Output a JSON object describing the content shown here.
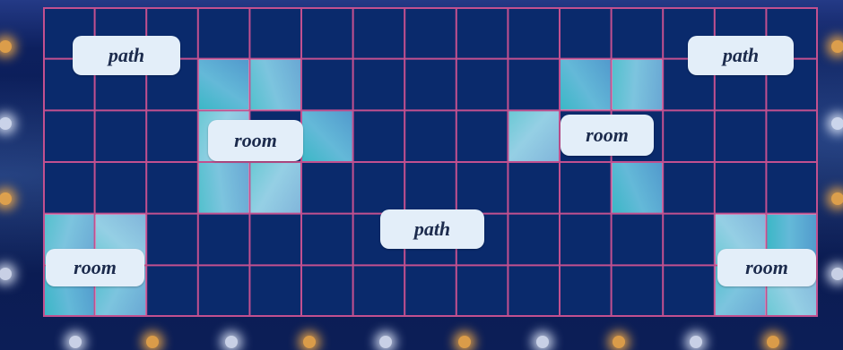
{
  "board": {
    "cols": 15,
    "rows": 6,
    "colors": {
      "board": "#0a2a6c",
      "grid_line": "#c2508f",
      "label_bg": "#e3eef9",
      "label_text": "#1c2b4d"
    },
    "room_cells": [
      [
        3,
        1
      ],
      [
        4,
        1
      ],
      [
        3,
        2
      ],
      [
        5,
        2
      ],
      [
        3,
        3
      ],
      [
        4,
        3
      ],
      [
        10,
        1
      ],
      [
        11,
        1
      ],
      [
        9,
        2
      ],
      [
        11,
        3
      ],
      [
        0,
        4
      ],
      [
        1,
        4
      ],
      [
        0,
        5
      ],
      [
        1,
        5
      ],
      [
        13,
        4
      ],
      [
        14,
        4
      ],
      [
        13,
        5
      ],
      [
        14,
        5
      ]
    ],
    "labels": [
      {
        "id": "label-path-top-left",
        "text": "path"
      },
      {
        "id": "label-path-top-right",
        "text": "path"
      },
      {
        "id": "label-room-center-left",
        "text": "room"
      },
      {
        "id": "label-room-center-right",
        "text": "room"
      },
      {
        "id": "label-path-center",
        "text": "path"
      },
      {
        "id": "label-room-bottom-left",
        "text": "room"
      },
      {
        "id": "label-room-bottom-right",
        "text": "room"
      }
    ]
  }
}
